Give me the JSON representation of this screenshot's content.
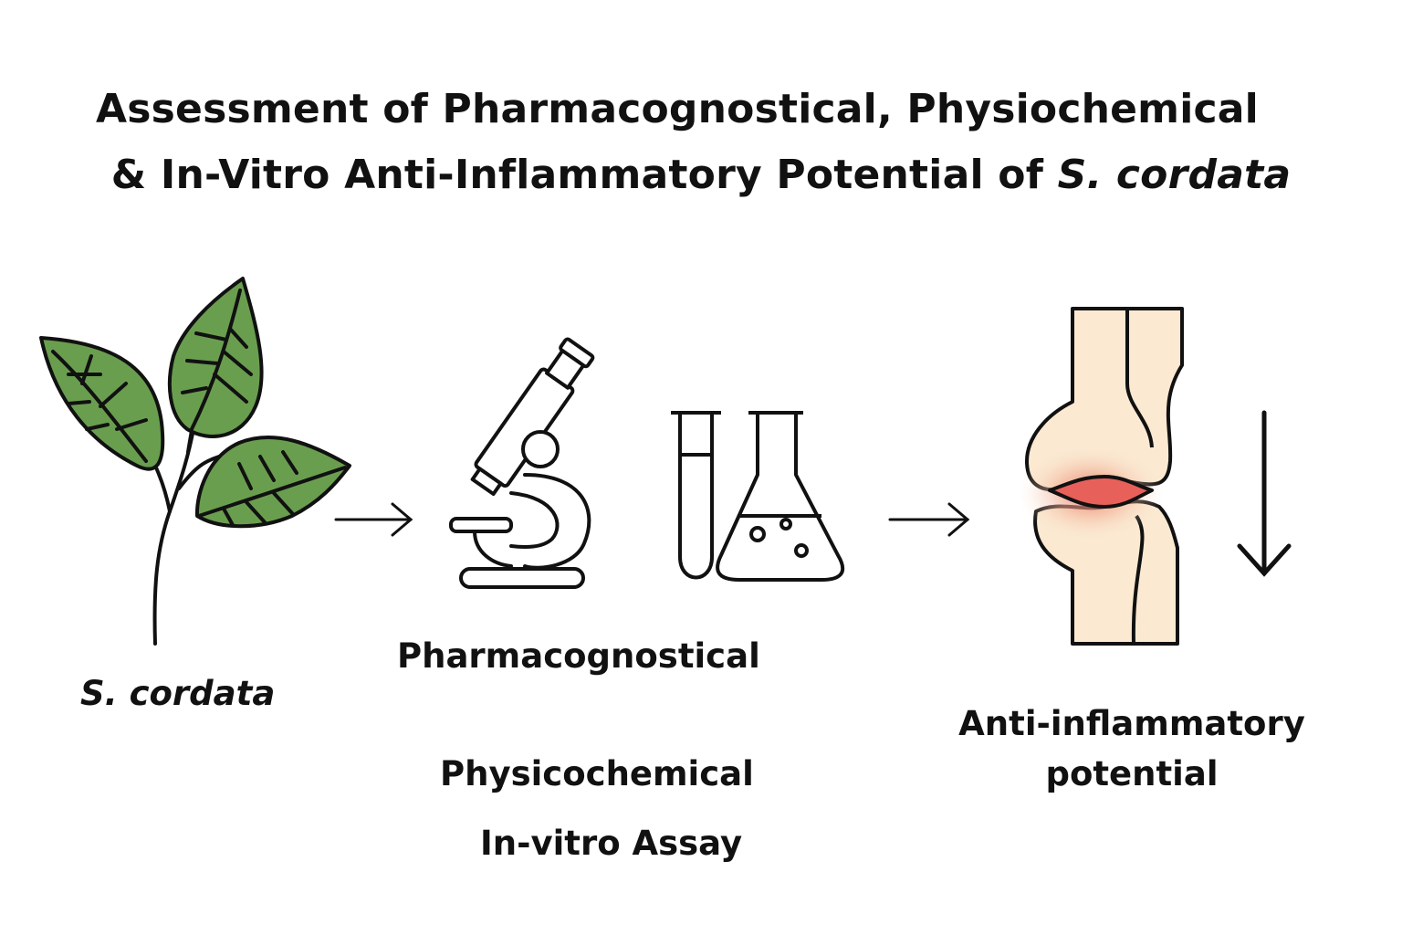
{
  "title": {
    "line1": "Assessment of Pharmacognostical,  Physiochemical",
    "line2_prefix": "& In-Vitro Anti-Inflammatory Potential of ",
    "line2_species": "S. cordata"
  },
  "steps": {
    "plant_label": "S. cordata",
    "methods": [
      "Pharmacognostical",
      "Physicochemical",
      "In-vitro Assay"
    ],
    "outcome_line1": "Anti-inflammatory",
    "outcome_line2": "potential"
  },
  "icons": [
    "leaf-plant-icon",
    "arrow-right-icon",
    "microscope-icon",
    "test-tube-icon",
    "flask-icon",
    "arrow-right-icon",
    "knee-joint-icon",
    "arrow-down-icon"
  ],
  "colors": {
    "leaf": "#6a9e4f",
    "inflammation": "#e8605a",
    "bone": "#fbe9d2",
    "stroke": "#111111"
  }
}
